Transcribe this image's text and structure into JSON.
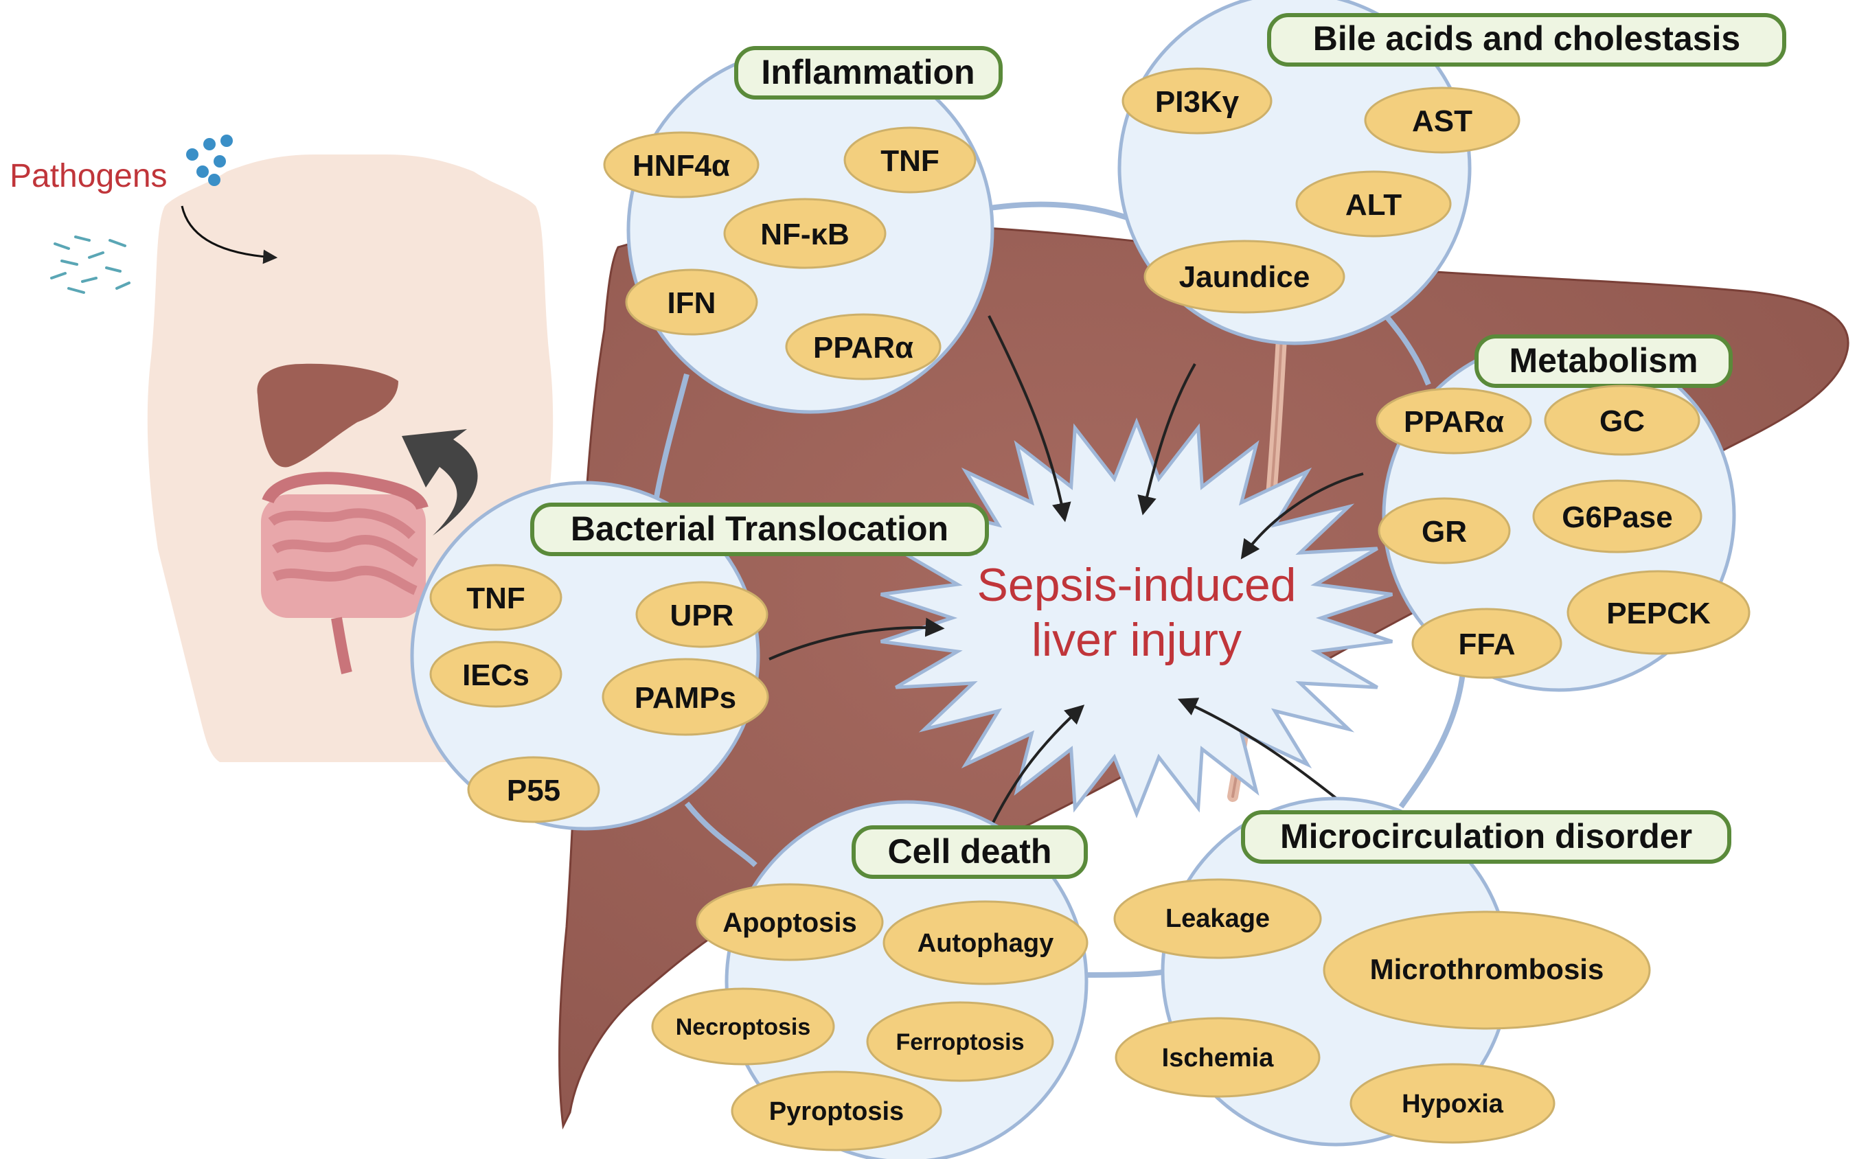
{
  "center": {
    "line1": "Sepsis-induced",
    "line2": "liver injury"
  },
  "pathogens_label": "Pathogens",
  "groups": {
    "inflammation": {
      "title": "Inflammation",
      "items": [
        "HNF4α",
        "TNF",
        "NF-κB",
        "IFN",
        "PPARα"
      ]
    },
    "bile": {
      "title": "Bile acids and cholestasis",
      "items": [
        "PI3Kγ",
        "AST",
        "ALT",
        "Jaundice"
      ]
    },
    "metabolism": {
      "title": "Metabolism",
      "items": [
        "PPARα",
        "GC",
        "GR",
        "G6Pase",
        "PEPCK",
        "FFA"
      ]
    },
    "bacterial": {
      "title": "Bacterial Translocation",
      "items": [
        "TNF",
        "UPR",
        "IECs",
        "PAMPs",
        "P55"
      ]
    },
    "celldeath": {
      "title": "Cell death",
      "items": [
        "Apoptosis",
        "Autophagy",
        "Necroptosis",
        "Ferroptosis",
        "Pyroptosis"
      ]
    },
    "micro": {
      "title": "Microcirculation disorder",
      "items": [
        "Leakage",
        "Microthrombosis",
        "Ischemia",
        "Hypoxia"
      ]
    }
  },
  "colors": {
    "liver": "#a0645a",
    "liver_dark": "#8a4f47",
    "circle_fill": "#e8f1fa",
    "circle_stroke": "#9fb7d8",
    "pill_fill": "#f3cf7e",
    "pill_stroke": "#cdb06a",
    "label_fill": "#eef5e2",
    "label_stroke": "#5a8a3a",
    "center_text": "#c0353a",
    "skin": "#f6e0d4"
  }
}
